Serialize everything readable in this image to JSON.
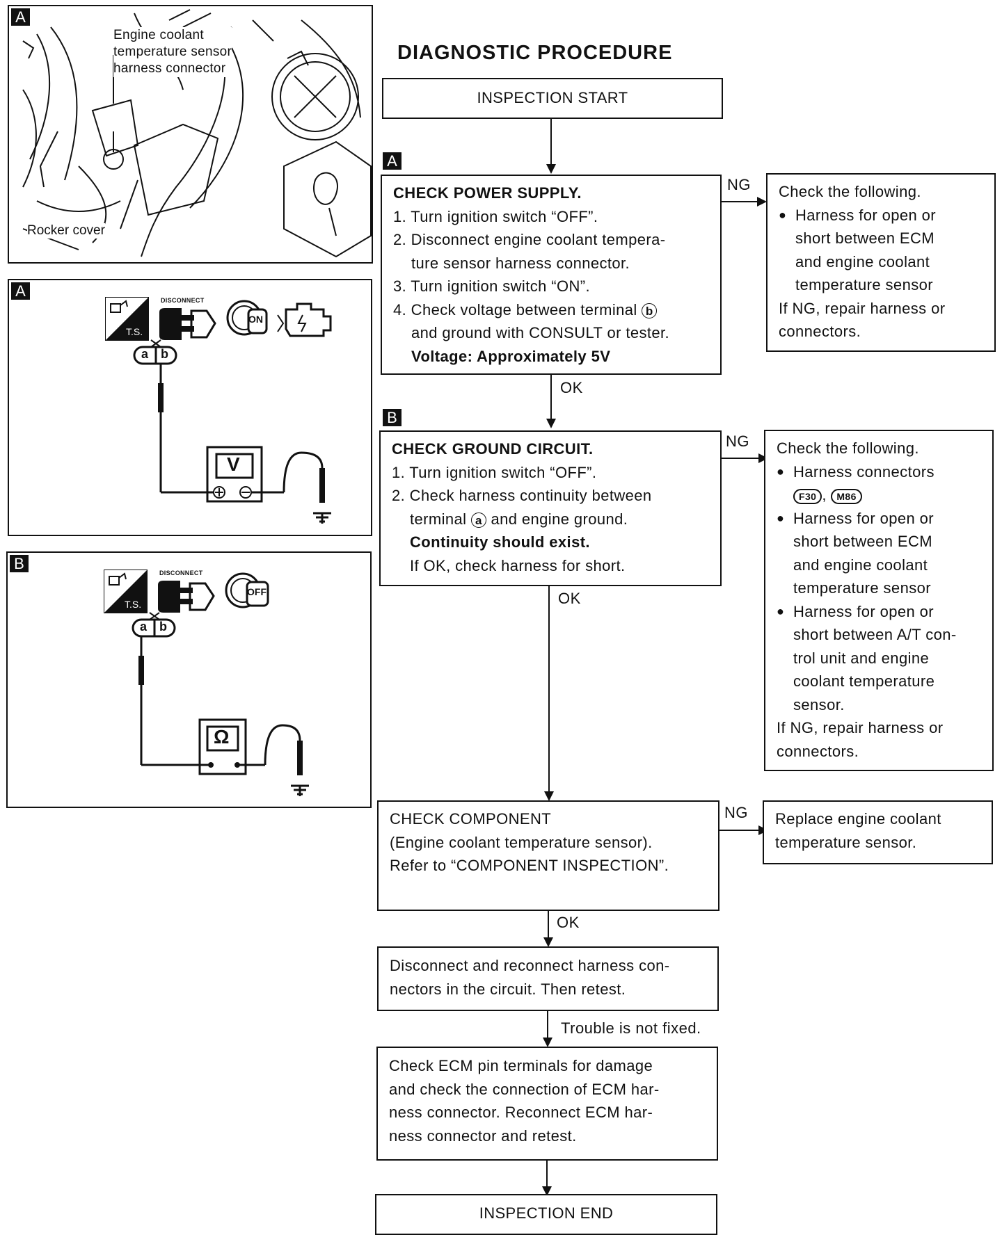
{
  "title": "DIAGNOSTIC PROCEDURE",
  "photo": {
    "tag": "A",
    "connector_label": [
      "Engine coolant",
      "temperature sensor",
      "harness connector"
    ],
    "rocker_label": "Rocker cover"
  },
  "panel_a": {
    "tag": "A",
    "disconnect_label": "DISCONNECT",
    "ts_label": "T.S.",
    "key_label": "ON",
    "terminals": [
      "a",
      "b"
    ],
    "meter_symbol": "V"
  },
  "panel_b": {
    "tag": "B",
    "disconnect_label": "DISCONNECT",
    "ts_label": "T.S.",
    "key_label": "OFF",
    "terminals": [
      "a",
      "b"
    ],
    "meter_symbol": "Ω"
  },
  "flow": {
    "start": "INSPECTION START",
    "step_a": {
      "tag": "A",
      "title": "CHECK POWER SUPPLY.",
      "line1": "1. Turn ignition switch “OFF”.",
      "line2a": "2. Disconnect engine coolant tempera-",
      "line2b": "ture sensor harness connector.",
      "line3": "3. Turn ignition switch “ON”.",
      "line4a": "4. Check voltage between terminal",
      "line4_terminal": "b",
      "line4b": "and ground with CONSULT or tester.",
      "spec": "Voltage: Approximately 5V"
    },
    "ng_a": {
      "label": "NG",
      "head": "Check the following.",
      "b1": [
        "Harness for open or",
        "short between ECM",
        "and engine coolant",
        "temperature sensor"
      ],
      "foot": [
        "If NG, repair harness or",
        "connectors."
      ]
    },
    "ok_a": "OK",
    "step_b": {
      "tag": "B",
      "title": "CHECK GROUND CIRCUIT.",
      "line1": "1. Turn ignition switch “OFF”.",
      "line2a": "2. Check harness continuity between",
      "line2b_pre": "terminal",
      "line2b_terminal": "a",
      "line2b_post": "and engine ground.",
      "spec": "Continuity should exist.",
      "note": "If OK, check harness for short."
    },
    "ng_b": {
      "label": "NG",
      "head": "Check the following.",
      "b1": "Harness connectors",
      "connectors": [
        "F30",
        "M86"
      ],
      "b2": [
        "Harness for open or",
        "short between ECM",
        "and engine coolant",
        "temperature sensor"
      ],
      "b3": [
        "Harness for open or",
        "short between A/T con-",
        "trol unit and engine",
        "coolant temperature",
        "sensor."
      ],
      "foot": [
        "If NG, repair harness or",
        "connectors."
      ]
    },
    "ok_b": "OK",
    "step_c": {
      "lines": [
        "CHECK COMPONENT",
        "(Engine coolant temperature sensor).",
        "Refer to “COMPONENT INSPECTION”."
      ]
    },
    "ng_c": {
      "label": "NG",
      "lines": [
        "Replace engine coolant",
        "temperature sensor."
      ]
    },
    "ok_c": "OK",
    "step_d": {
      "lines": [
        "Disconnect and reconnect harness con-",
        "nectors in the circuit. Then retest."
      ]
    },
    "not_fixed": "Trouble is not fixed.",
    "step_e": {
      "lines": [
        "Check ECM pin terminals for damage",
        "and check the connection of ECM har-",
        "ness connector. Reconnect ECM har-",
        "ness connector and retest."
      ]
    },
    "end": "INSPECTION END"
  }
}
